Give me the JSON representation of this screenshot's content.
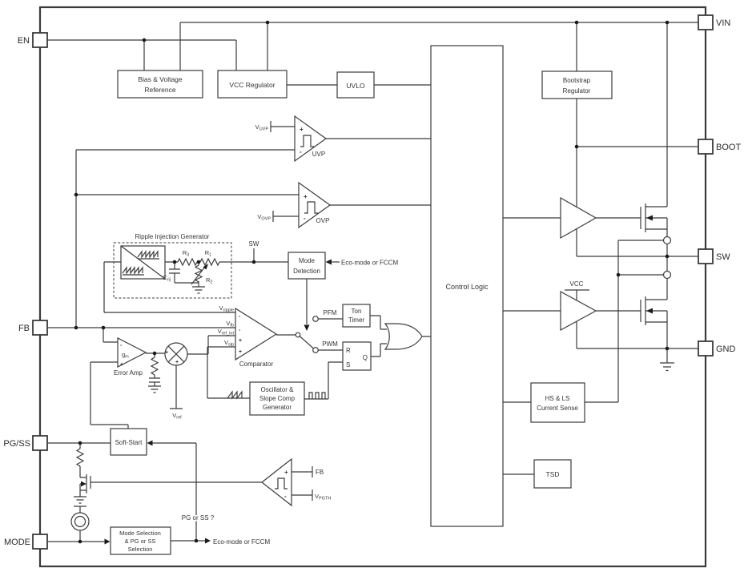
{
  "colors": {
    "line": "#3b3b3b",
    "text": "#333333",
    "background": "#ffffff"
  },
  "pins": {
    "en": "EN",
    "fb": "FB",
    "pgss": "PG/SS",
    "mode": "MODE",
    "vin": "VIN",
    "boot": "BOOT",
    "sw": "SW",
    "gnd": "GND"
  },
  "blocks": {
    "bias1": "Bias & Voltage",
    "bias2": "Reference",
    "vccreg": "VCC Regulator",
    "uvlo": "UVLO",
    "bootstrap1": "Bootstrap",
    "bootstrap2": "Regulator",
    "control": "Control Logic",
    "modedet1": "Mode",
    "modedet2": "Detection",
    "ton1": "Ton",
    "ton2": "Timer",
    "rs_r": "R",
    "rs_s": "S",
    "rs_q": "Q",
    "osc1": "Oscillator &",
    "osc2": "Slope Comp",
    "osc3": "Generator",
    "comparator": "Comparator",
    "erroramp": "Error Amp",
    "softstart": "Soft-Start",
    "modesel1": "Mode Selection",
    "modesel2": "& PG or SS",
    "modesel3": "Selection",
    "cs1": "HS & LS",
    "cs2": "Current Sense",
    "tsd": "TSD",
    "uvp": "UVP",
    "ovp": "OVP",
    "ripple_title": "Ripple Injection Generator"
  },
  "signals": {
    "vuvp": {
      "base": "V",
      "sub": "UVP"
    },
    "vovp": {
      "base": "V",
      "sub": "OVP"
    },
    "sw_tap": "SW",
    "eco": "Eco-mode or FCCM",
    "pfm": "PFM",
    "pwm": "PWM",
    "vripple": {
      "base": "V",
      "sub": "ripple"
    },
    "vfb": {
      "base": "V",
      "sub": "fb"
    },
    "vrefint": {
      "base": "V",
      "sub": "ref_int"
    },
    "vslp": {
      "base": "V",
      "sub": "slp"
    },
    "vref": {
      "base": "V",
      "sub": "ref"
    },
    "gm": {
      "base": "g",
      "sub": "m"
    },
    "r1": {
      "base": "R",
      "sub": "1"
    },
    "r2": {
      "base": "R",
      "sub": "2"
    },
    "r3": {
      "base": "R",
      "sub": "3"
    },
    "crij": {
      "base": "C",
      "sub": "rij"
    },
    "fb_sense": "FB",
    "vpgth": {
      "base": "V",
      "sub": "PGTH"
    },
    "pg_or_ss": "PG or SS ?",
    "vcc": "VCC",
    "plus": "+",
    "minus": "-"
  }
}
